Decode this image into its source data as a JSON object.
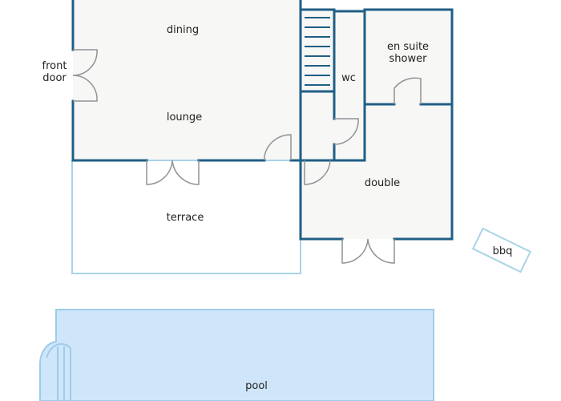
{
  "rooms": {
    "dining": "dining",
    "front_door_line1": "front",
    "front_door_line2": "door",
    "lounge": "lounge",
    "wc": "wc",
    "en_suite_line1": "en suite",
    "en_suite_line2": "shower",
    "double": "double",
    "terrace": "terrace",
    "bbq": "bbq",
    "pool": "pool"
  },
  "colors": {
    "wall": "#1f5f86",
    "room_fill": "#f7f7f6",
    "terrace_outline": "#a9d3e8",
    "pool_fill": "#cfe6fa",
    "pool_outline": "#9ecbea",
    "door": "#8f9396",
    "background": "#ffffff",
    "text": "#222222"
  }
}
